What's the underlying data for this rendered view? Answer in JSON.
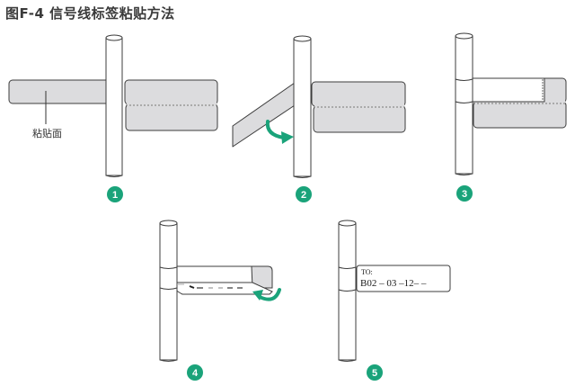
{
  "figure": {
    "title": "图F-4  信号线标签粘贴方法",
    "caption_id": "图F-4",
    "caption_text": "信号线标签粘贴方法"
  },
  "colors": {
    "label_fill": "#dcdcde",
    "outline": "#3c3c3c",
    "step_badge": "#1aa37a",
    "arrow": "#1aa37a",
    "background": "#ffffff"
  },
  "callouts": {
    "adhesive_side": "粘贴面"
  },
  "steps": [
    {
      "number": "1",
      "description": "label placed behind cable, adhesive side facing"
    },
    {
      "number": "2",
      "description": "fold left half of label around cable (green arrow)"
    },
    {
      "number": "3",
      "description": "label wrapped around cable, flap extending right"
    },
    {
      "number": "4",
      "description": "fold lower flap up to close label (green arrow)"
    },
    {
      "number": "5",
      "description": "finished label with printed text"
    }
  ],
  "finished_label": {
    "line1": "TO:",
    "line2": "B02 ‒ 03 ‒12‒    ‒"
  }
}
